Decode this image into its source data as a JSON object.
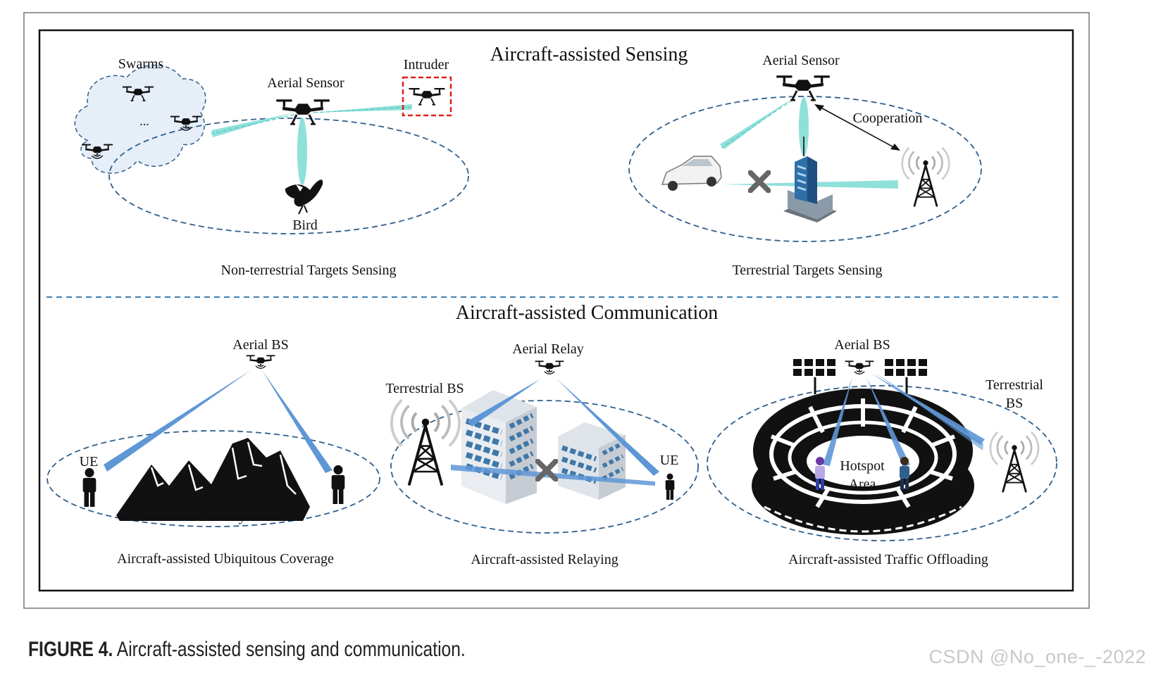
{
  "sensing": {
    "title": "Aircraft-assisted Sensing",
    "non_terrestrial": {
      "swarms": "Swarms",
      "ellipsis": "...",
      "aerial_sensor": "Aerial Sensor",
      "intruder": "Intruder",
      "bird": "Bird",
      "caption": "Non-terrestrial Targets Sensing"
    },
    "terrestrial": {
      "aerial_sensor": "Aerial Sensor",
      "cooperation": "Cooperation",
      "caption": "Terrestrial Targets Sensing"
    }
  },
  "communication": {
    "title": "Aircraft-assisted Communication",
    "coverage": {
      "aerial_bs": "Aerial BS",
      "ue": "UE",
      "countryside": "Countryside",
      "caption": "Aircraft-assisted Ubiquitous Coverage"
    },
    "relaying": {
      "aerial_relay": "Aerial Relay",
      "terrestrial_bs": "Terrestrial BS",
      "ue": "UE",
      "caption": "Aircraft-assisted Relaying"
    },
    "offloading": {
      "aerial_bs": "Aerial BS",
      "terrestrial_bs_line1": "Terrestrial",
      "terrestrial_bs_line2": "BS",
      "hotspot_line1": "Hotspot",
      "hotspot_line2": "Area",
      "caption": "Aircraft-assisted Traffic Offloading"
    }
  },
  "figure": {
    "number": "FIGURE 4.",
    "caption": "Aircraft-assisted sensing and communication."
  },
  "watermark": "CSDN @No_one-_-2022",
  "colors": {
    "sensing_beam": "#8fe0da",
    "comm_beam": "#5f97d6",
    "dashed_line": "#2f5f8c",
    "cloud_fill": "#e6eef8",
    "intruder_box": "#e0201c",
    "building": "#3f78a8"
  }
}
